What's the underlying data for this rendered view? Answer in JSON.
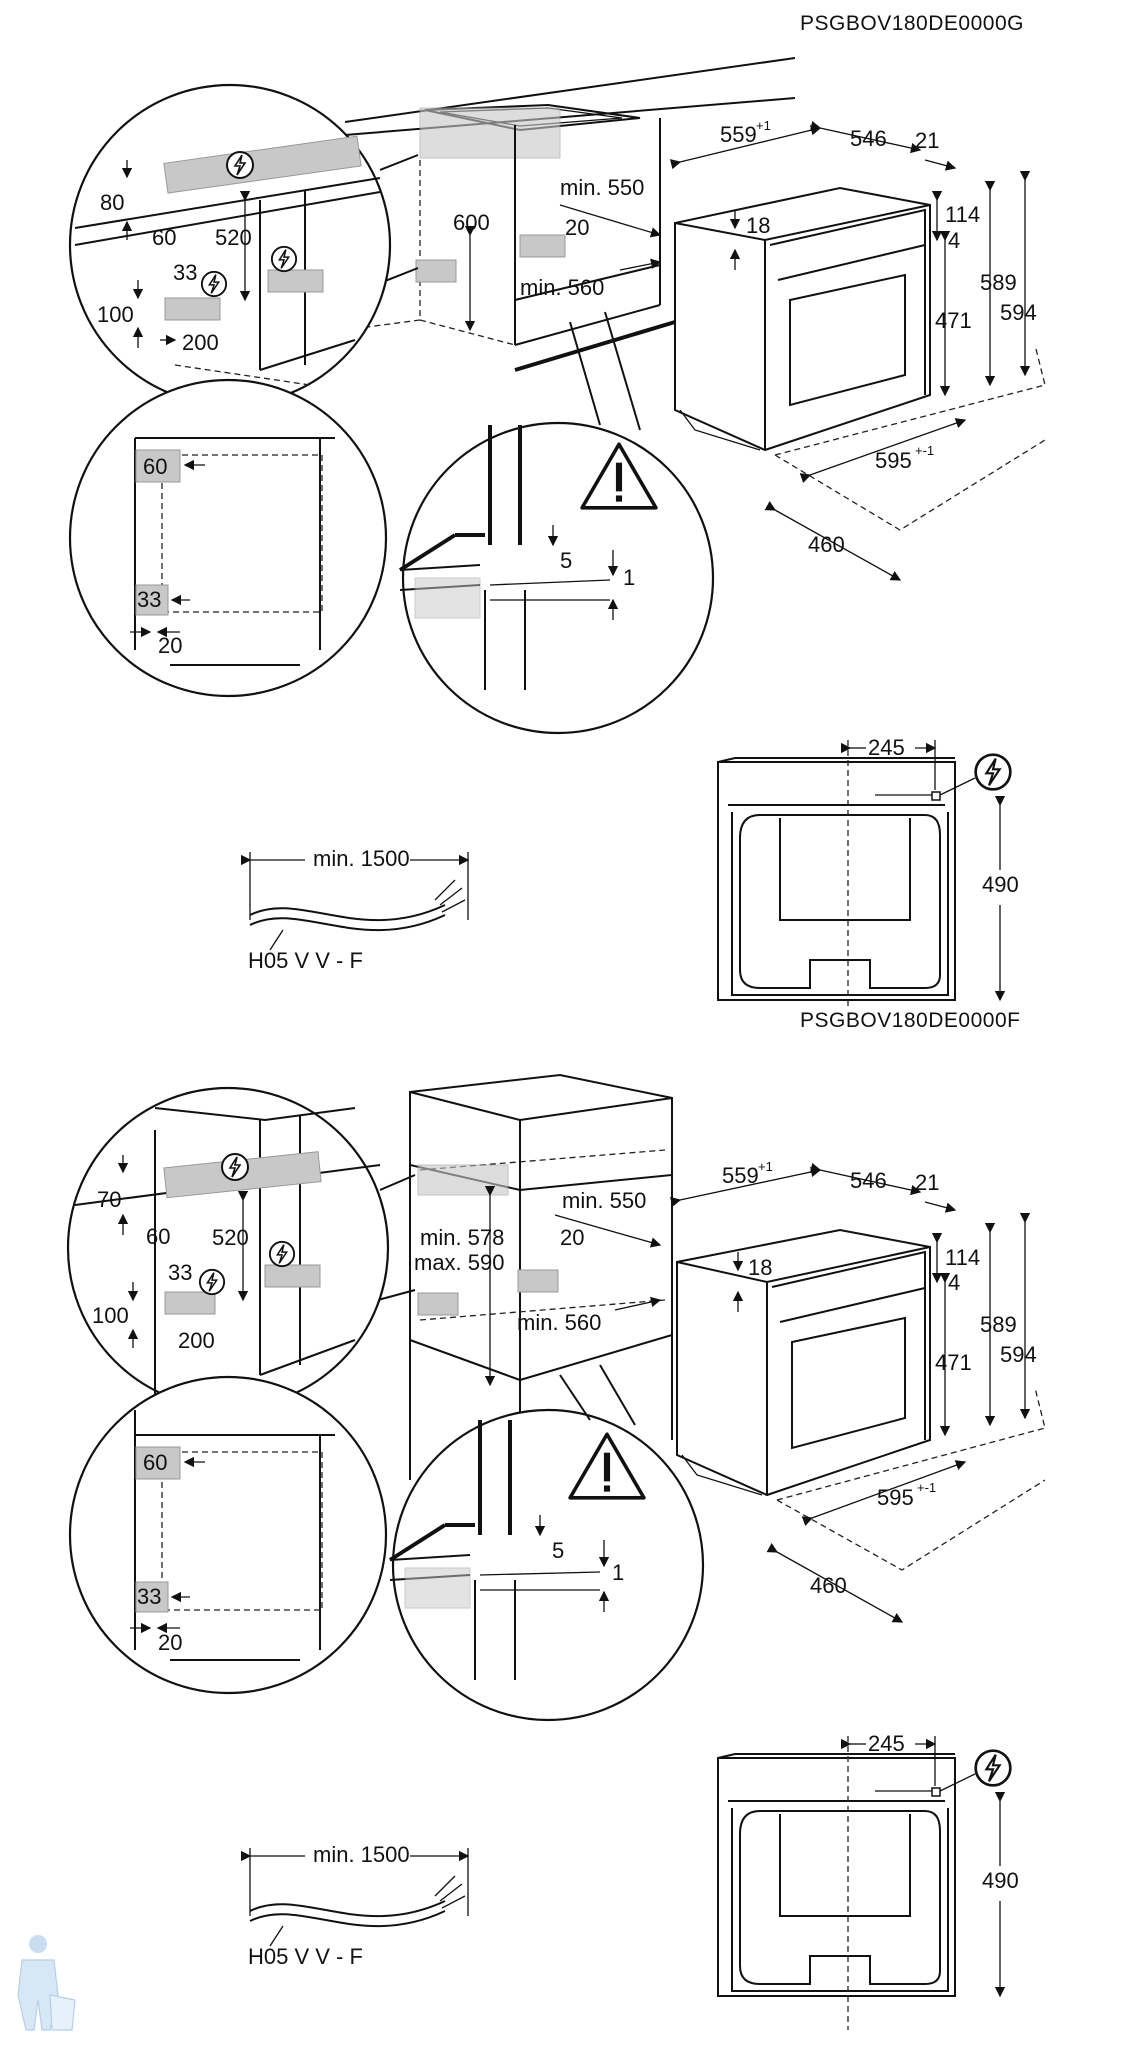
{
  "codes": {
    "top": "PSGBOV180DE0000G",
    "middle": "PSGBOV180DE0000F"
  },
  "install1": {
    "d80": "80",
    "d60a": "60",
    "d520": "520",
    "d33": "33",
    "d100": "100",
    "d200": "200",
    "d600": "600",
    "dmin550": "min. 550",
    "d20": "20",
    "dmin560": "min. 560",
    "d559": "559",
    "d559sup": "+1",
    "d546": "546",
    "d21": "21",
    "d18": "18",
    "d114": "114",
    "d4": "4",
    "d589": "589",
    "d594": "594",
    "d471": "471",
    "d595": "595",
    "d595sup": "+-1",
    "d460": "460",
    "c60": "60",
    "c33": "33",
    "c20": "20",
    "w5": "5",
    "w1": "1"
  },
  "cable1": {
    "length": "min. 1500",
    "type": "H05 V V - F"
  },
  "front1": {
    "d245": "245",
    "d490": "490"
  },
  "install2": {
    "d70": "70",
    "d60a": "60",
    "d520": "520",
    "d33": "33",
    "d100": "100",
    "d200": "200",
    "dmin578": "min. 578",
    "dmax590": "max. 590",
    "dmin550": "min. 550",
    "d20": "20",
    "dmin560": "min. 560",
    "d559": "559",
    "d559sup": "+1",
    "d546": "546",
    "d21": "21",
    "d18": "18",
    "d114": "114",
    "d4": "4",
    "d589": "589",
    "d594": "594",
    "d471": "471",
    "d595": "595",
    "d595sup": "+-1",
    "d460": "460",
    "c60": "60",
    "c33": "33",
    "c20": "20",
    "w5": "5",
    "w1": "1"
  },
  "cable2": {
    "length": "min. 1500",
    "type": "H05 V V - F"
  },
  "front2": {
    "d245": "245",
    "d490": "490"
  },
  "icons": [
    "electric-connection-icon",
    "warning-triangle-icon",
    "technician-watermark-icon"
  ]
}
